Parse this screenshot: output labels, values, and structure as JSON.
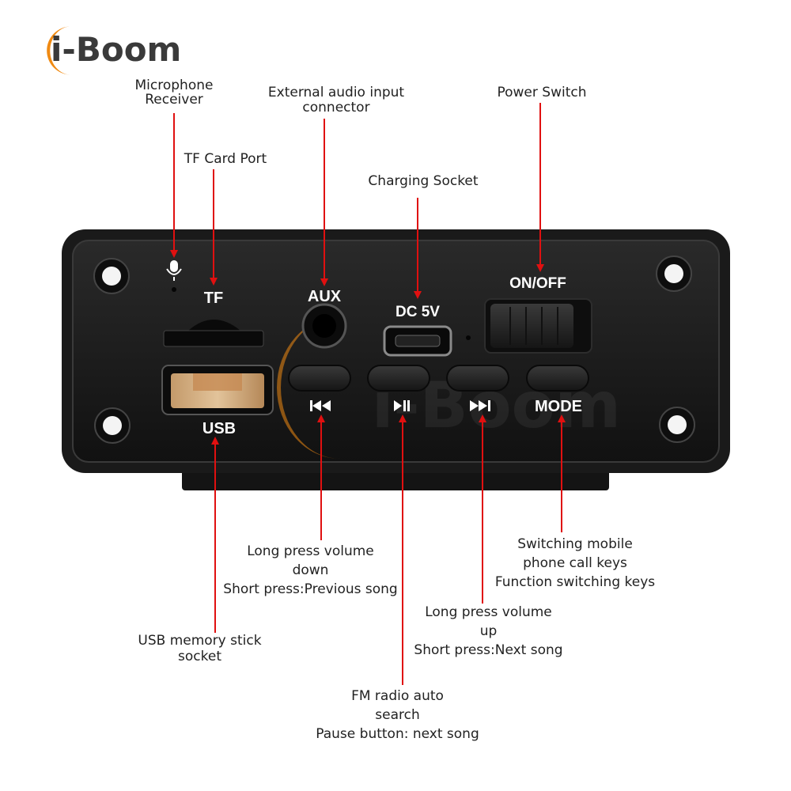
{
  "brand": {
    "name": "i-Boom"
  },
  "colors": {
    "panel": "#1b1b1b",
    "leader": "#e01010",
    "brand_orange": "#f08a12",
    "text": "#222222"
  },
  "panel": {
    "labels": {
      "tf": "TF",
      "aux": "AUX",
      "dc": "DC 5V",
      "onoff": "ON/OFF",
      "usb": "USB",
      "mode": "MODE"
    },
    "icons": [
      "microphone-icon",
      "previous-icon",
      "play-pause-icon",
      "next-icon"
    ]
  },
  "callouts": {
    "microphone": [
      "Microphone",
      "Receiver"
    ],
    "tf_port": [
      "TF Card Port"
    ],
    "aux": [
      "External audio input",
      "connector"
    ],
    "charging": [
      "Charging Socket"
    ],
    "power": [
      "Power Switch"
    ],
    "prev": [
      "Long press volume",
      "down",
      "Short press:Previous song"
    ],
    "usb": [
      "USB memory stick",
      "socket"
    ],
    "play": [
      "FM radio auto",
      "search",
      "Pause button: next song"
    ],
    "next": [
      "Long press volume",
      "up",
      "Short press:Next song"
    ],
    "mode": [
      "Switching mobile",
      "phone call keys",
      "Function switching keys"
    ]
  }
}
